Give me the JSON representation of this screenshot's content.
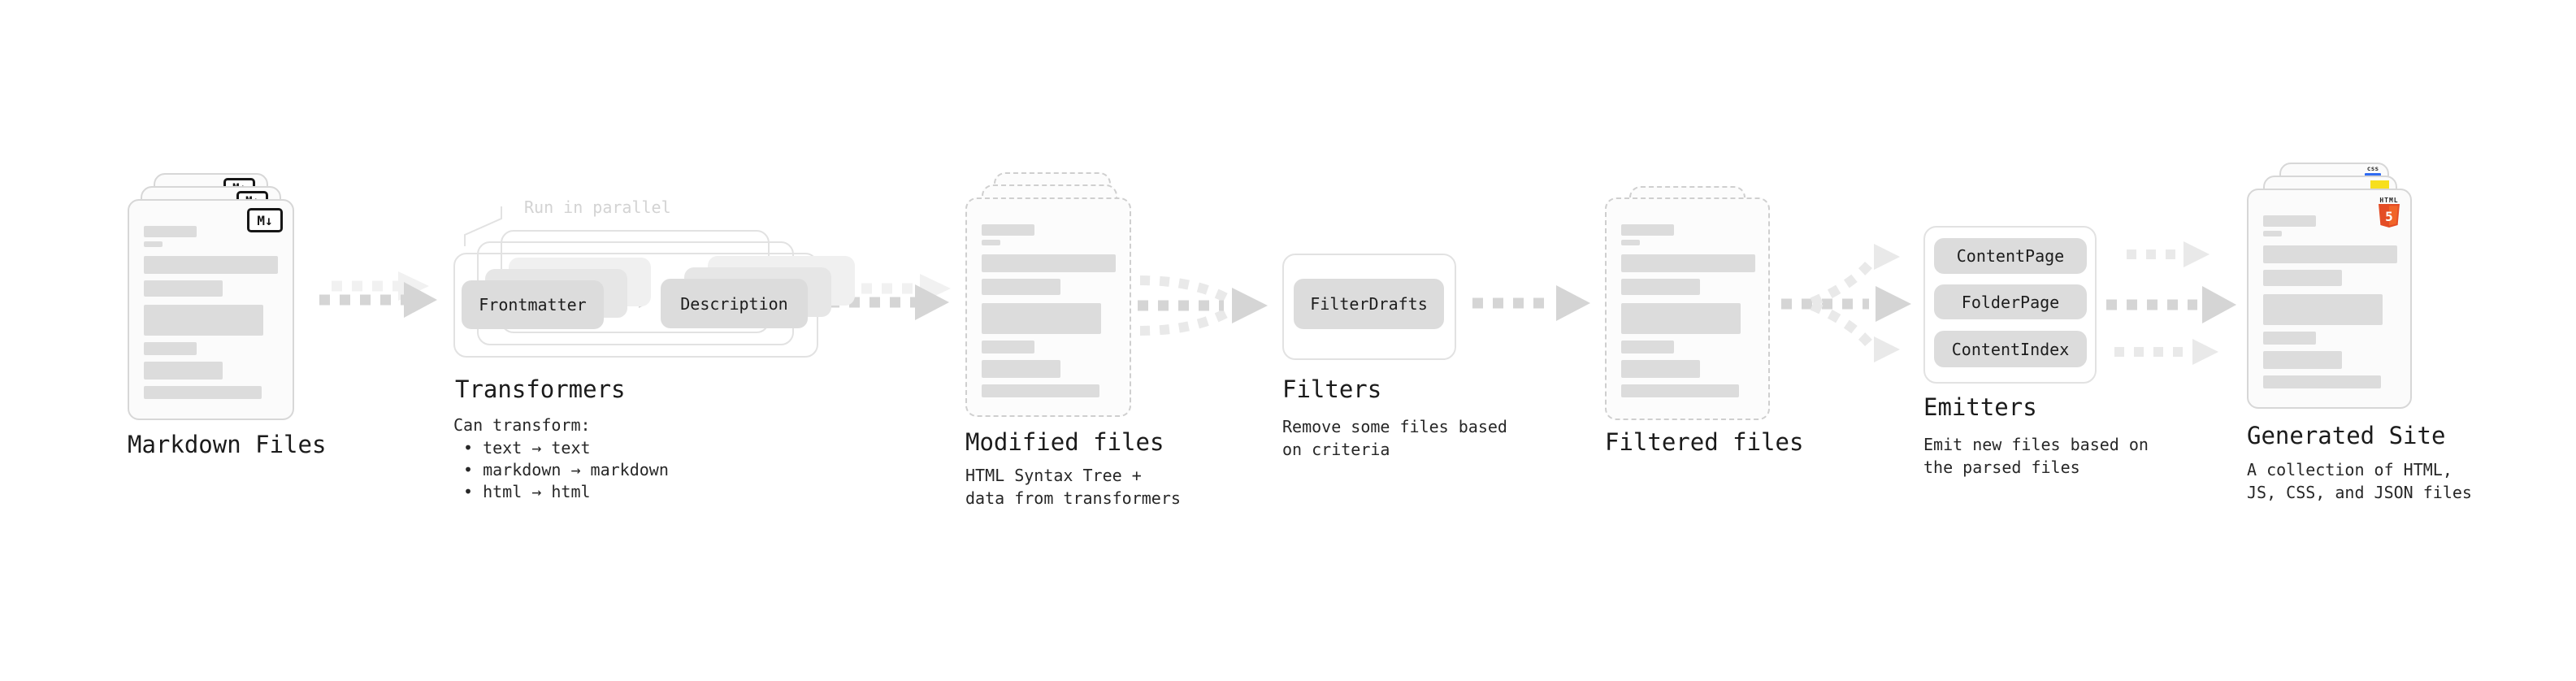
{
  "colors": {
    "page_bg": "#ffffff",
    "doc_border": "#d7d7d7",
    "doc_fill": "#fbfbfb",
    "dashed_border": "#cfcfcf",
    "bar_fill": "#dcdcdc",
    "frame_border": "#e2e2e2",
    "node_fill": "#dcdcdc",
    "node_ghost_1": "#e6e6e6",
    "node_ghost_2": "#f0f0f0",
    "arrow_main": "#d5d5d5",
    "arrow_soft": "#e9e9e9",
    "arrow_ghost": "#f1f1f1",
    "text_primary": "#1b1b1b",
    "text_secondary": "#272727",
    "annotation": "#d3d3d3",
    "markdown_badge": "#161616",
    "html5_orange": "#e44d26",
    "js_yellow": "#f7df1e",
    "css_blue": "#2f6bf2"
  },
  "stages": {
    "markdown": {
      "title": "Markdown Files",
      "badge": "M↓"
    },
    "transformers": {
      "title": "Transformers",
      "annotation": "Run in parallel",
      "nodes": [
        "Frontmatter",
        "Description"
      ],
      "caption_heading": "Can transform:",
      "bullets": [
        "• text → text",
        "• markdown → markdown",
        "• html → html"
      ]
    },
    "modified": {
      "title": "Modified files",
      "caption": [
        "HTML Syntax Tree +",
        "data from transformers"
      ]
    },
    "filters": {
      "title": "Filters",
      "nodes": [
        "FilterDrafts"
      ],
      "caption": [
        "Remove some files based",
        "on criteria"
      ]
    },
    "filtered": {
      "title": "Filtered files"
    },
    "emitters": {
      "title": "Emitters",
      "nodes": [
        "ContentPage",
        "FolderPage",
        "ContentIndex"
      ],
      "caption": [
        "Emit new files based on",
        "the parsed files"
      ]
    },
    "generated": {
      "title": "Generated Site",
      "caption": [
        "A collection of HTML,",
        "JS, CSS, and JSON files"
      ],
      "badges": {
        "css": "css",
        "html": "HTML",
        "html_number": "5"
      }
    }
  }
}
